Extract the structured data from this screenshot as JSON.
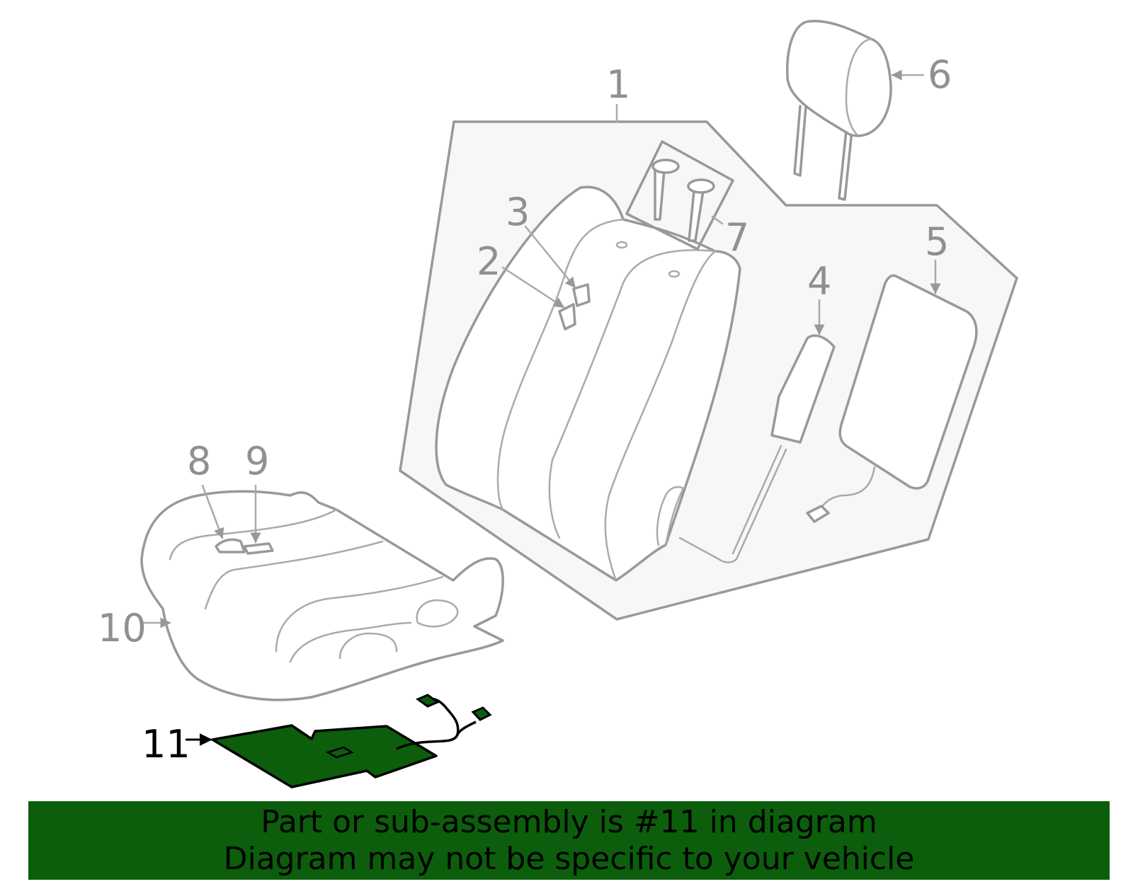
{
  "callouts": {
    "c1": "1",
    "c2": "2",
    "c3": "3",
    "c4": "4",
    "c5": "5",
    "c6": "6",
    "c7": "7",
    "c8": "8",
    "c9": "9",
    "c10": "10",
    "c11": "11"
  },
  "highlight_color": "#0c5e0c",
  "highlighted_part": "11",
  "banner": {
    "line1": "Part or sub-assembly is #11 in diagram",
    "line2": "Diagram may not be specific to your vehicle"
  }
}
